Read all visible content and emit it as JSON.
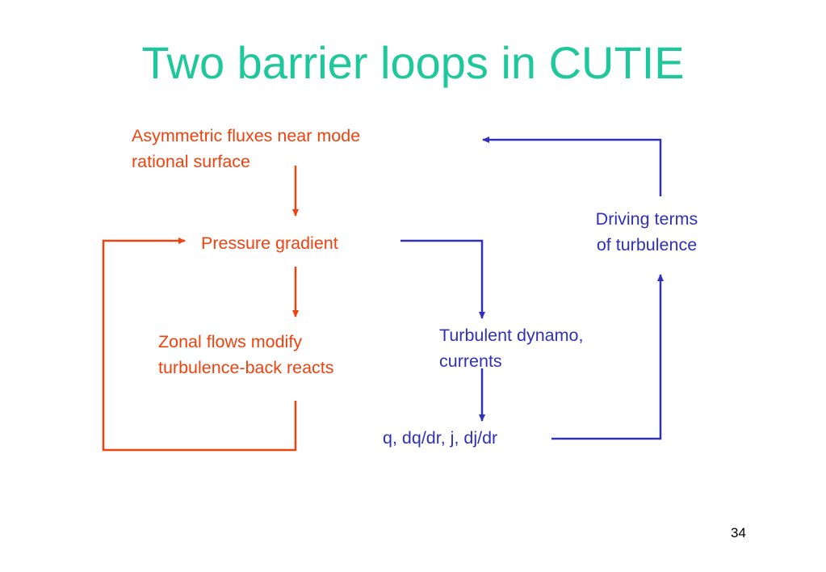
{
  "slide": {
    "title": "Two barrier loops in CUTIE",
    "page_number": "34"
  },
  "nodes": {
    "asymmetric_fluxes": {
      "line1": "Asymmetric fluxes near mode",
      "line2": "rational surface"
    },
    "pressure_gradient": "Pressure gradient",
    "zonal_flows": {
      "line1": "Zonal flows modify",
      "line2": "turbulence-back reacts"
    },
    "turbulent_dynamo": {
      "line1": "Turbulent dynamo,",
      "line2": "currents"
    },
    "q_profile": "q, dq/dr, j, dj/dr",
    "driving_terms": {
      "line1": "Driving terms",
      "line2": "of turbulence"
    }
  },
  "colors": {
    "title": "#1ec89a",
    "red_loop": "#f0420f",
    "blue_loop": "#3030b8"
  }
}
